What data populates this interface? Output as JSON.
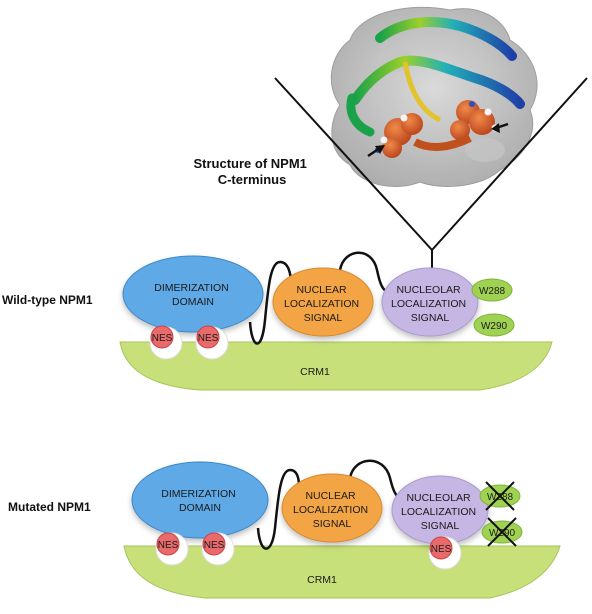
{
  "structure_title": [
    "Structure of NPM1",
    "C-terminus"
  ],
  "colors": {
    "crm1": "#c8e07a",
    "dimerization": "#5fa9e6",
    "nuclear": "#f3a545",
    "nucleolar": "#c5b6e3",
    "nes": "#e86a6a",
    "tryptophan": "#9fd253",
    "crossout": "#111111"
  },
  "wildtype": {
    "label": "Wild-type NPM1",
    "dimerization": [
      "DIMERIZATION",
      "DOMAIN"
    ],
    "nuclear": [
      "NUCLEAR",
      "LOCALIZATION",
      "SIGNAL"
    ],
    "nucleolar": [
      "NUCLEOLAR",
      "LOCALIZATION",
      "SIGNAL"
    ],
    "nes": [
      "NES",
      "NES"
    ],
    "trp": [
      "W288",
      "W290"
    ],
    "crm1": "CRM1"
  },
  "mutated": {
    "label": "Mutated NPM1",
    "dimerization": [
      "DIMERIZATION",
      "DOMAIN"
    ],
    "nuclear": [
      "NUCLEAR",
      "LOCALIZATION",
      "SIGNAL"
    ],
    "nucleolar": [
      "NUCLEOLAR",
      "LOCALIZATION",
      "SIGNAL"
    ],
    "nes": [
      "NES",
      "NES",
      "NES"
    ],
    "trp": [
      "W288",
      "W290"
    ],
    "crm1": "CRM1"
  }
}
